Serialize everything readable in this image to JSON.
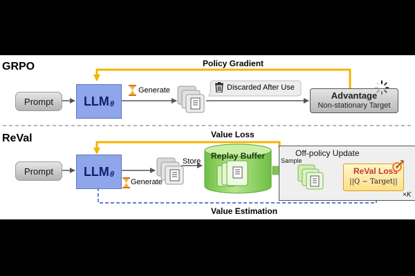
{
  "grpo": {
    "title": "GRPO",
    "feedback_label": "Policy Gradient",
    "prompt_label": "Prompt",
    "llm_label": "LLM",
    "llm_subscript": "θ",
    "generate_label": "Generate",
    "discard_label": "Discarded After Use",
    "advantage_title": "Advantage",
    "advantage_subtitle": "Non-stationary Target"
  },
  "reval": {
    "title": "ReVal",
    "feedback_label": "Value Loss",
    "prompt_label": "Prompt",
    "llm_label": "LLM",
    "llm_subscript": "θ",
    "generate_label": "Generate",
    "store_label": "Store",
    "buffer_label": "Replay Buffer",
    "offpolicy_label": "Off-policy Update",
    "sample_label": "Sample",
    "loss_title": "ReVal Loss",
    "loss_formula": "||Q − Target||",
    "repeat_label": "×K",
    "value_est_label": "Value Estimation"
  },
  "colors": {
    "feedback_arrow": "#f4b400",
    "llm_fill": "#8fa6ea",
    "buffer_fill": "#8fd16a",
    "loss_fill": "#ffe8a0",
    "value_est_arrow": "#2a56c6",
    "loss_title": "#c0392b"
  },
  "icons": [
    "hourglass-icon",
    "trash-icon",
    "document-stack-icon",
    "spinner-icon",
    "target-icon"
  ]
}
